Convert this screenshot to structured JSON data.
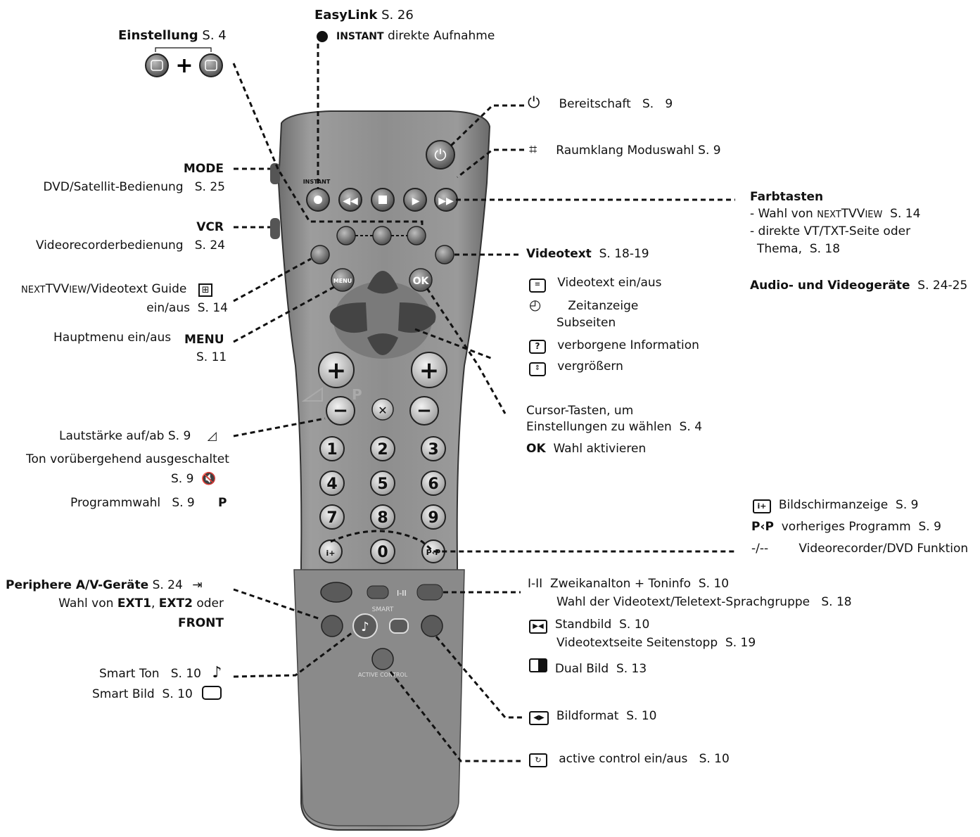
{
  "easylink": {
    "title": "EasyLink",
    "page": "S. 26"
  },
  "instant": {
    "title": "INSTANT",
    "text": "direkte Aufnahme"
  },
  "einstellung": {
    "title": "Einstellung",
    "page": "S. 4"
  },
  "mode": {
    "title": "MODE",
    "text": "DVD/Satellit-Bedienung",
    "page": "S. 25"
  },
  "vcr": {
    "title": "VCR",
    "text": "Videorecorderbedienung",
    "page": "S. 24"
  },
  "nextview": {
    "prefix": "NEXT",
    "brand": "TV",
    "suffix": "IEW",
    "text": "/Videotext Guide",
    "line2": "ein/aus",
    "page": "S. 14"
  },
  "hauptmenu": {
    "text": "Hauptmenu ein/aus",
    "key": "MENU",
    "page": "S. 11"
  },
  "lautstaerke": {
    "text": "Lautstärke auf/ab S. 9"
  },
  "ton": {
    "text": "Ton vorübergehend ausgeschaltet",
    "page": "S. 9"
  },
  "programmwahl": {
    "text": "Programmwahl",
    "page": "S. 9",
    "key": "P"
  },
  "periphere": {
    "title": "Periphere A/V-Geräte",
    "page": "S. 24",
    "line2a": "Wahl von ",
    "ext1": "EXT1",
    "sep": ", ",
    "ext2": "EXT2",
    "oder": " oder",
    "front": "FRONT"
  },
  "smart_ton": {
    "text": "Smart Ton",
    "page": "S. 10"
  },
  "smart_bild": {
    "text": "Smart Bild",
    "page": "S. 10"
  },
  "bereitschaft": {
    "text": "Bereitschaft",
    "page": "S.",
    "num": "9"
  },
  "raumklang": {
    "text": "Raumklang Moduswahl S. 9"
  },
  "farbtasten": {
    "title": "Farbtasten",
    "line1a": "- Wahl von ",
    "line1b": "NEXT",
    "line1c": "TV",
    "line1d": "IEW",
    "line1p": "S. 14",
    "line2": "- direkte VT/TXT-Seite oder",
    "line3": "Thema,",
    "line3p": "S. 18"
  },
  "videotext": {
    "title": "Videotext",
    "page": "S. 18-19"
  },
  "audio": {
    "title": "Audio- und Videogeräte",
    "page": "S. 24-25"
  },
  "vt_items": [
    {
      "icon": "videotext-icon",
      "text": "Videotext ein/aus"
    },
    {
      "icon": "clock-icon",
      "text": "Zeitanzeige"
    },
    {
      "icon": "",
      "text": "Subseiten"
    },
    {
      "icon": "question-icon",
      "text": "verborgene Information"
    },
    {
      "icon": "enlarge-icon",
      "text": "vergrößern"
    }
  ],
  "cursor": {
    "line1": "Cursor-Tasten, um",
    "line2": "Einstellungen zu wählen",
    "page": "S. 4",
    "ok": "OK",
    "ok_text": "Wahl aktivieren"
  },
  "bildschirm": {
    "text": "Bildschirmanzeige",
    "page": "S. 9"
  },
  "vorheriges": {
    "key": "P‹P",
    "text": "vorheriges Programm",
    "page": "S. 9"
  },
  "vcrdvd": {
    "key": "-/--",
    "text": "Videorecorder/DVD Funktion"
  },
  "zweikanal": {
    "key": "I-II",
    "text": "Zweikanalton + Toninfo",
    "page": "S. 10",
    "line2": "Wahl der Videotext/Teletext-Sprachgruppe",
    "line2p": "S. 18"
  },
  "standbild": {
    "text": "Standbild",
    "page": "S. 10",
    "line2": "Videotextseite Seitenstopp",
    "line2p": "S. 19"
  },
  "dualbild": {
    "text": "Dual Bild",
    "page": "S. 13"
  },
  "bildformat": {
    "text": "Bildformat",
    "page": "S. 10"
  },
  "active": {
    "text": "active control ein/aus",
    "page": "S. 10"
  },
  "remote": {
    "instant_label": "INSTANT",
    "menu_label": "MENU",
    "ok_label": "OK",
    "digits": [
      "1",
      "2",
      "3",
      "4",
      "5",
      "6",
      "7",
      "8",
      "9",
      "0"
    ],
    "pp_label": "P‹P",
    "i_ii_label": "I-II",
    "smart_label": "SMART",
    "active_label": "ACTIVE CONTROL",
    "p_label": "P"
  },
  "colors": {
    "remote_body": "#8c8c8c",
    "remote_dark": "#555555",
    "button": "#5a5a5a",
    "line": "#111111"
  }
}
